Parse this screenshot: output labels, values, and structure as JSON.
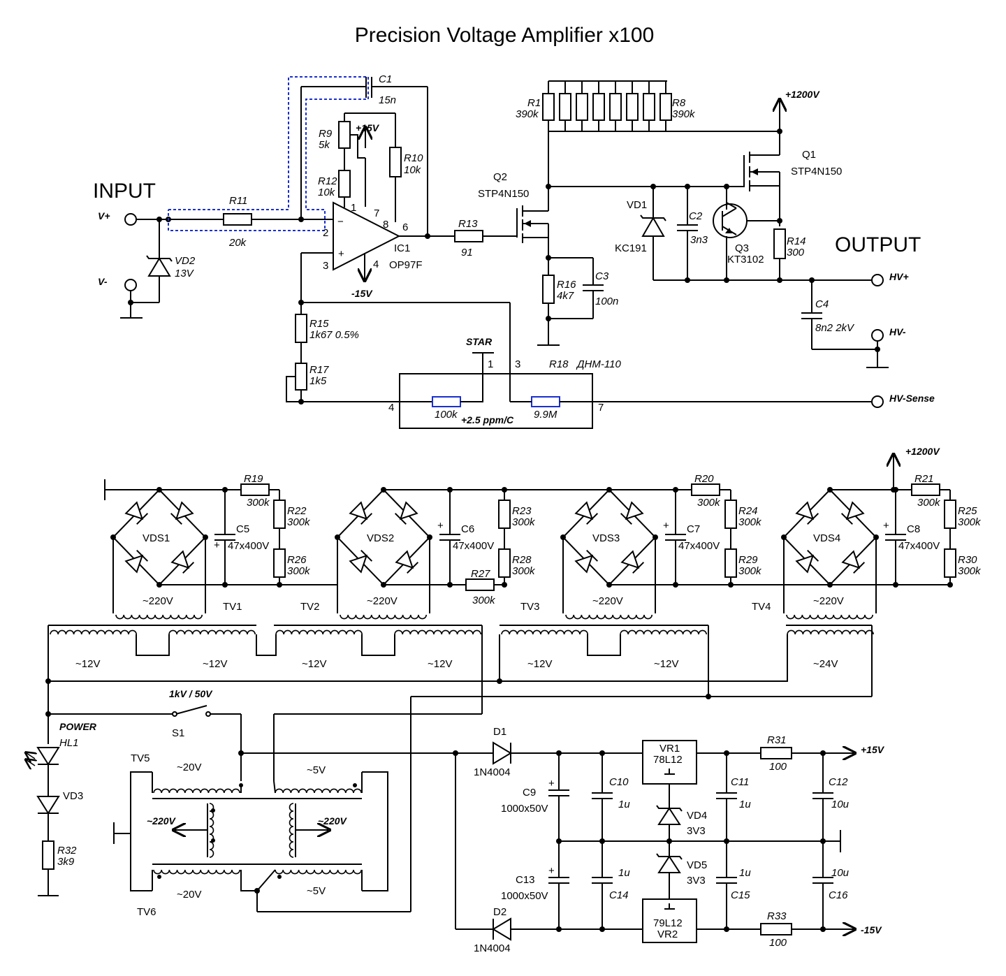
{
  "title": "Precision Voltage Amplifier x100",
  "labels": {
    "input": "INPUT",
    "output": "OUTPUT",
    "vplus": "V+",
    "vminus": "V-",
    "hvplus": "HV+",
    "hvminus": "HV-",
    "hvsense": "HV-Sense",
    "star": "STAR",
    "plus15": "+15V",
    "minus15": "-15V",
    "plus1200": "+1200V",
    "power": "POWER",
    "switch_label": "1kV / 50V",
    "tc": "+2.5 ppm/C",
    "mains_left": "~220V",
    "mains_right": "~220V",
    "plus15_out": "+15V",
    "minus15_out": "-15V"
  },
  "components": {
    "C1": {
      "ref": "C1",
      "value": "15n"
    },
    "R11": {
      "ref": "R11",
      "value": "20k"
    },
    "VD2": {
      "ref": "VD2",
      "value": "13V"
    },
    "R9": {
      "ref": "R9",
      "value": "5k"
    },
    "R12": {
      "ref": "R12",
      "value": "10k"
    },
    "R10": {
      "ref": "R10",
      "value": "10k"
    },
    "IC1": {
      "ref": "IC1",
      "value": "OP97F"
    },
    "R13": {
      "ref": "R13",
      "value": "91"
    },
    "Q2": {
      "ref": "Q2",
      "value": "STP4N150"
    },
    "R1": {
      "ref": "R1",
      "value": "390k"
    },
    "R8": {
      "ref": "R8",
      "value": "390k"
    },
    "Q1": {
      "ref": "Q1",
      "value": "STP4N150"
    },
    "VD1": {
      "ref": "VD1",
      "value": "KC191"
    },
    "C2": {
      "ref": "C2",
      "value": "3n3"
    },
    "Q3": {
      "ref": "Q3",
      "value": "KT3102"
    },
    "R14": {
      "ref": "R14",
      "value": "300"
    },
    "R16": {
      "ref": "R16",
      "value": "4k7"
    },
    "C3": {
      "ref": "C3",
      "value": "100n"
    },
    "C4": {
      "ref": "C4",
      "value": "8n2 2kV"
    },
    "R15": {
      "ref": "R15",
      "value": "1k67 0.5%"
    },
    "R17": {
      "ref": "R17",
      "value": "1k5"
    },
    "R18": {
      "ref": "R18",
      "value": "ДНМ-110",
      "r_a": "100k",
      "r_b": "9.9M"
    },
    "R19": {
      "ref": "R19",
      "value": "300k"
    },
    "R20": {
      "ref": "R20",
      "value": "300k"
    },
    "R21": {
      "ref": "R21",
      "value": "300k"
    },
    "R22": {
      "ref": "R22",
      "value": "300k"
    },
    "R23": {
      "ref": "R23",
      "value": "300k"
    },
    "R24": {
      "ref": "R24",
      "value": "300k"
    },
    "R25": {
      "ref": "R25",
      "value": "300k"
    },
    "R26": {
      "ref": "R26",
      "value": "300k"
    },
    "R27": {
      "ref": "R27",
      "value": "300k"
    },
    "R28": {
      "ref": "R28",
      "value": "300k"
    },
    "R29": {
      "ref": "R29",
      "value": "300k"
    },
    "R30": {
      "ref": "R30",
      "value": "300k"
    },
    "C5": {
      "ref": "C5",
      "value": "47x400V"
    },
    "C6": {
      "ref": "C6",
      "value": "47x400V"
    },
    "C7": {
      "ref": "C7",
      "value": "47x400V"
    },
    "C8": {
      "ref": "C8",
      "value": "47x400V"
    },
    "VDS1": "VDS1",
    "VDS2": "VDS2",
    "VDS3": "VDS3",
    "VDS4": "VDS4",
    "TV1": "TV1",
    "TV2": "TV2",
    "TV3": "TV3",
    "TV4": "TV4",
    "TV5": "TV5",
    "TV6": "TV6",
    "S1": "S1",
    "HL1": "HL1",
    "VD3": "VD3",
    "R32": {
      "ref": "R32",
      "value": "3k9"
    },
    "D1": {
      "ref": "D1",
      "value": "1N4004"
    },
    "D2": {
      "ref": "D2",
      "value": "1N4004"
    },
    "C9": {
      "ref": "C9",
      "value": "1000x50V"
    },
    "C13": {
      "ref": "C13",
      "value": "1000x50V"
    },
    "C10": {
      "ref": "C10",
      "value": "1u"
    },
    "C14": {
      "ref": "C14",
      "value": "1u"
    },
    "VR1": {
      "ref": "VR1",
      "value": "78L12"
    },
    "VR2": {
      "ref": "VR2",
      "value": "79L12"
    },
    "VD4": {
      "ref": "VD4",
      "value": "3V3"
    },
    "VD5": {
      "ref": "VD5",
      "value": "3V3"
    },
    "C11": {
      "ref": "C11",
      "value": "1u"
    },
    "C15": {
      "ref": "C15",
      "value": "1u"
    },
    "R31": {
      "ref": "R31",
      "value": "100"
    },
    "R33": {
      "ref": "R33",
      "value": "100"
    },
    "C12": {
      "ref": "C12",
      "value": "10u"
    },
    "C16": {
      "ref": "C16",
      "value": "10u"
    }
  },
  "windings": {
    "sec_220": "~220V",
    "w12": "~12V",
    "w24": "~24V",
    "w20": "~20V",
    "w5": "~5V"
  },
  "pins": {
    "p1": "1",
    "p2": "2",
    "p3": "3",
    "p4": "4",
    "p6": "6",
    "p7": "7",
    "p8": "8"
  }
}
